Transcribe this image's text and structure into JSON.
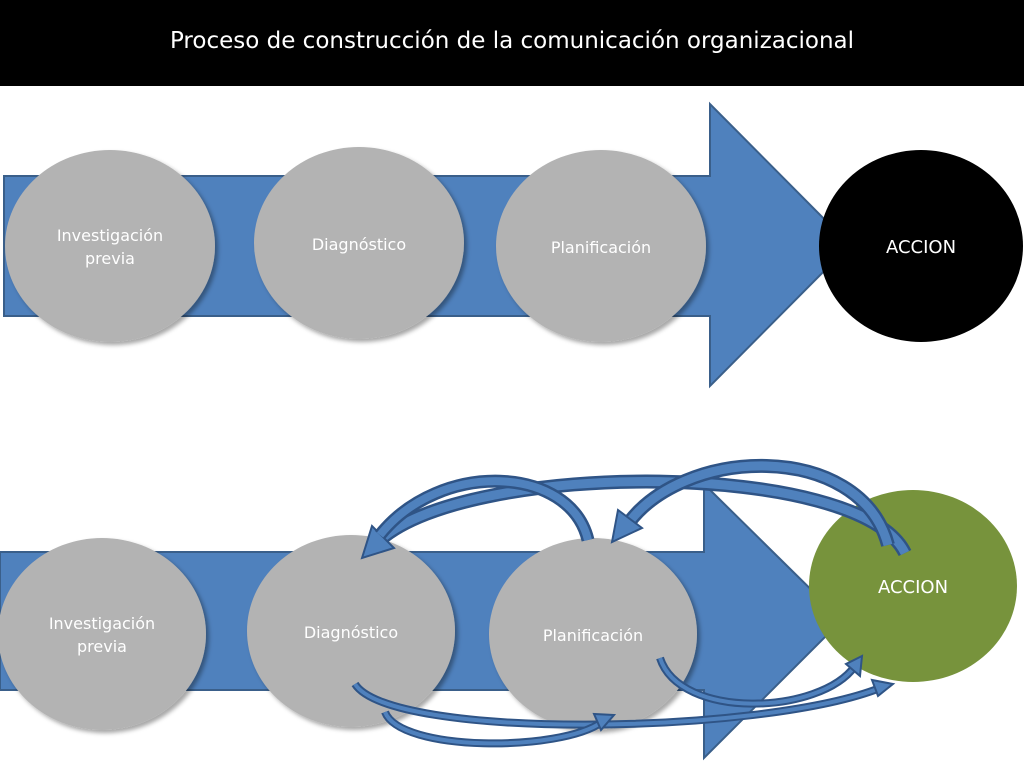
{
  "title": "Proceso de construcción de la comunicación organizacional",
  "colors": {
    "arrow_fill": "#4f81bd",
    "arrow_stroke": "#3a5f8a",
    "circle_gray": "#b3b3b3",
    "accion_black": "#000000",
    "accion_green": "#77933c",
    "feedback_fill": "#4f81bd",
    "feedback_stroke": "#2f5486"
  },
  "diagram_top": {
    "steps": [
      {
        "line1": "Investigación",
        "line2": "previa"
      },
      {
        "line1": "Diagnóstico",
        "line2": ""
      },
      {
        "line1": "Planificación",
        "line2": ""
      }
    ],
    "accion": "ACCION"
  },
  "diagram_bottom": {
    "steps": [
      {
        "line1": "Investigación",
        "line2": "previa"
      },
      {
        "line1": "Diagnóstico",
        "line2": ""
      },
      {
        "line1": "Planificación",
        "line2": ""
      }
    ],
    "accion": "ACCION"
  }
}
